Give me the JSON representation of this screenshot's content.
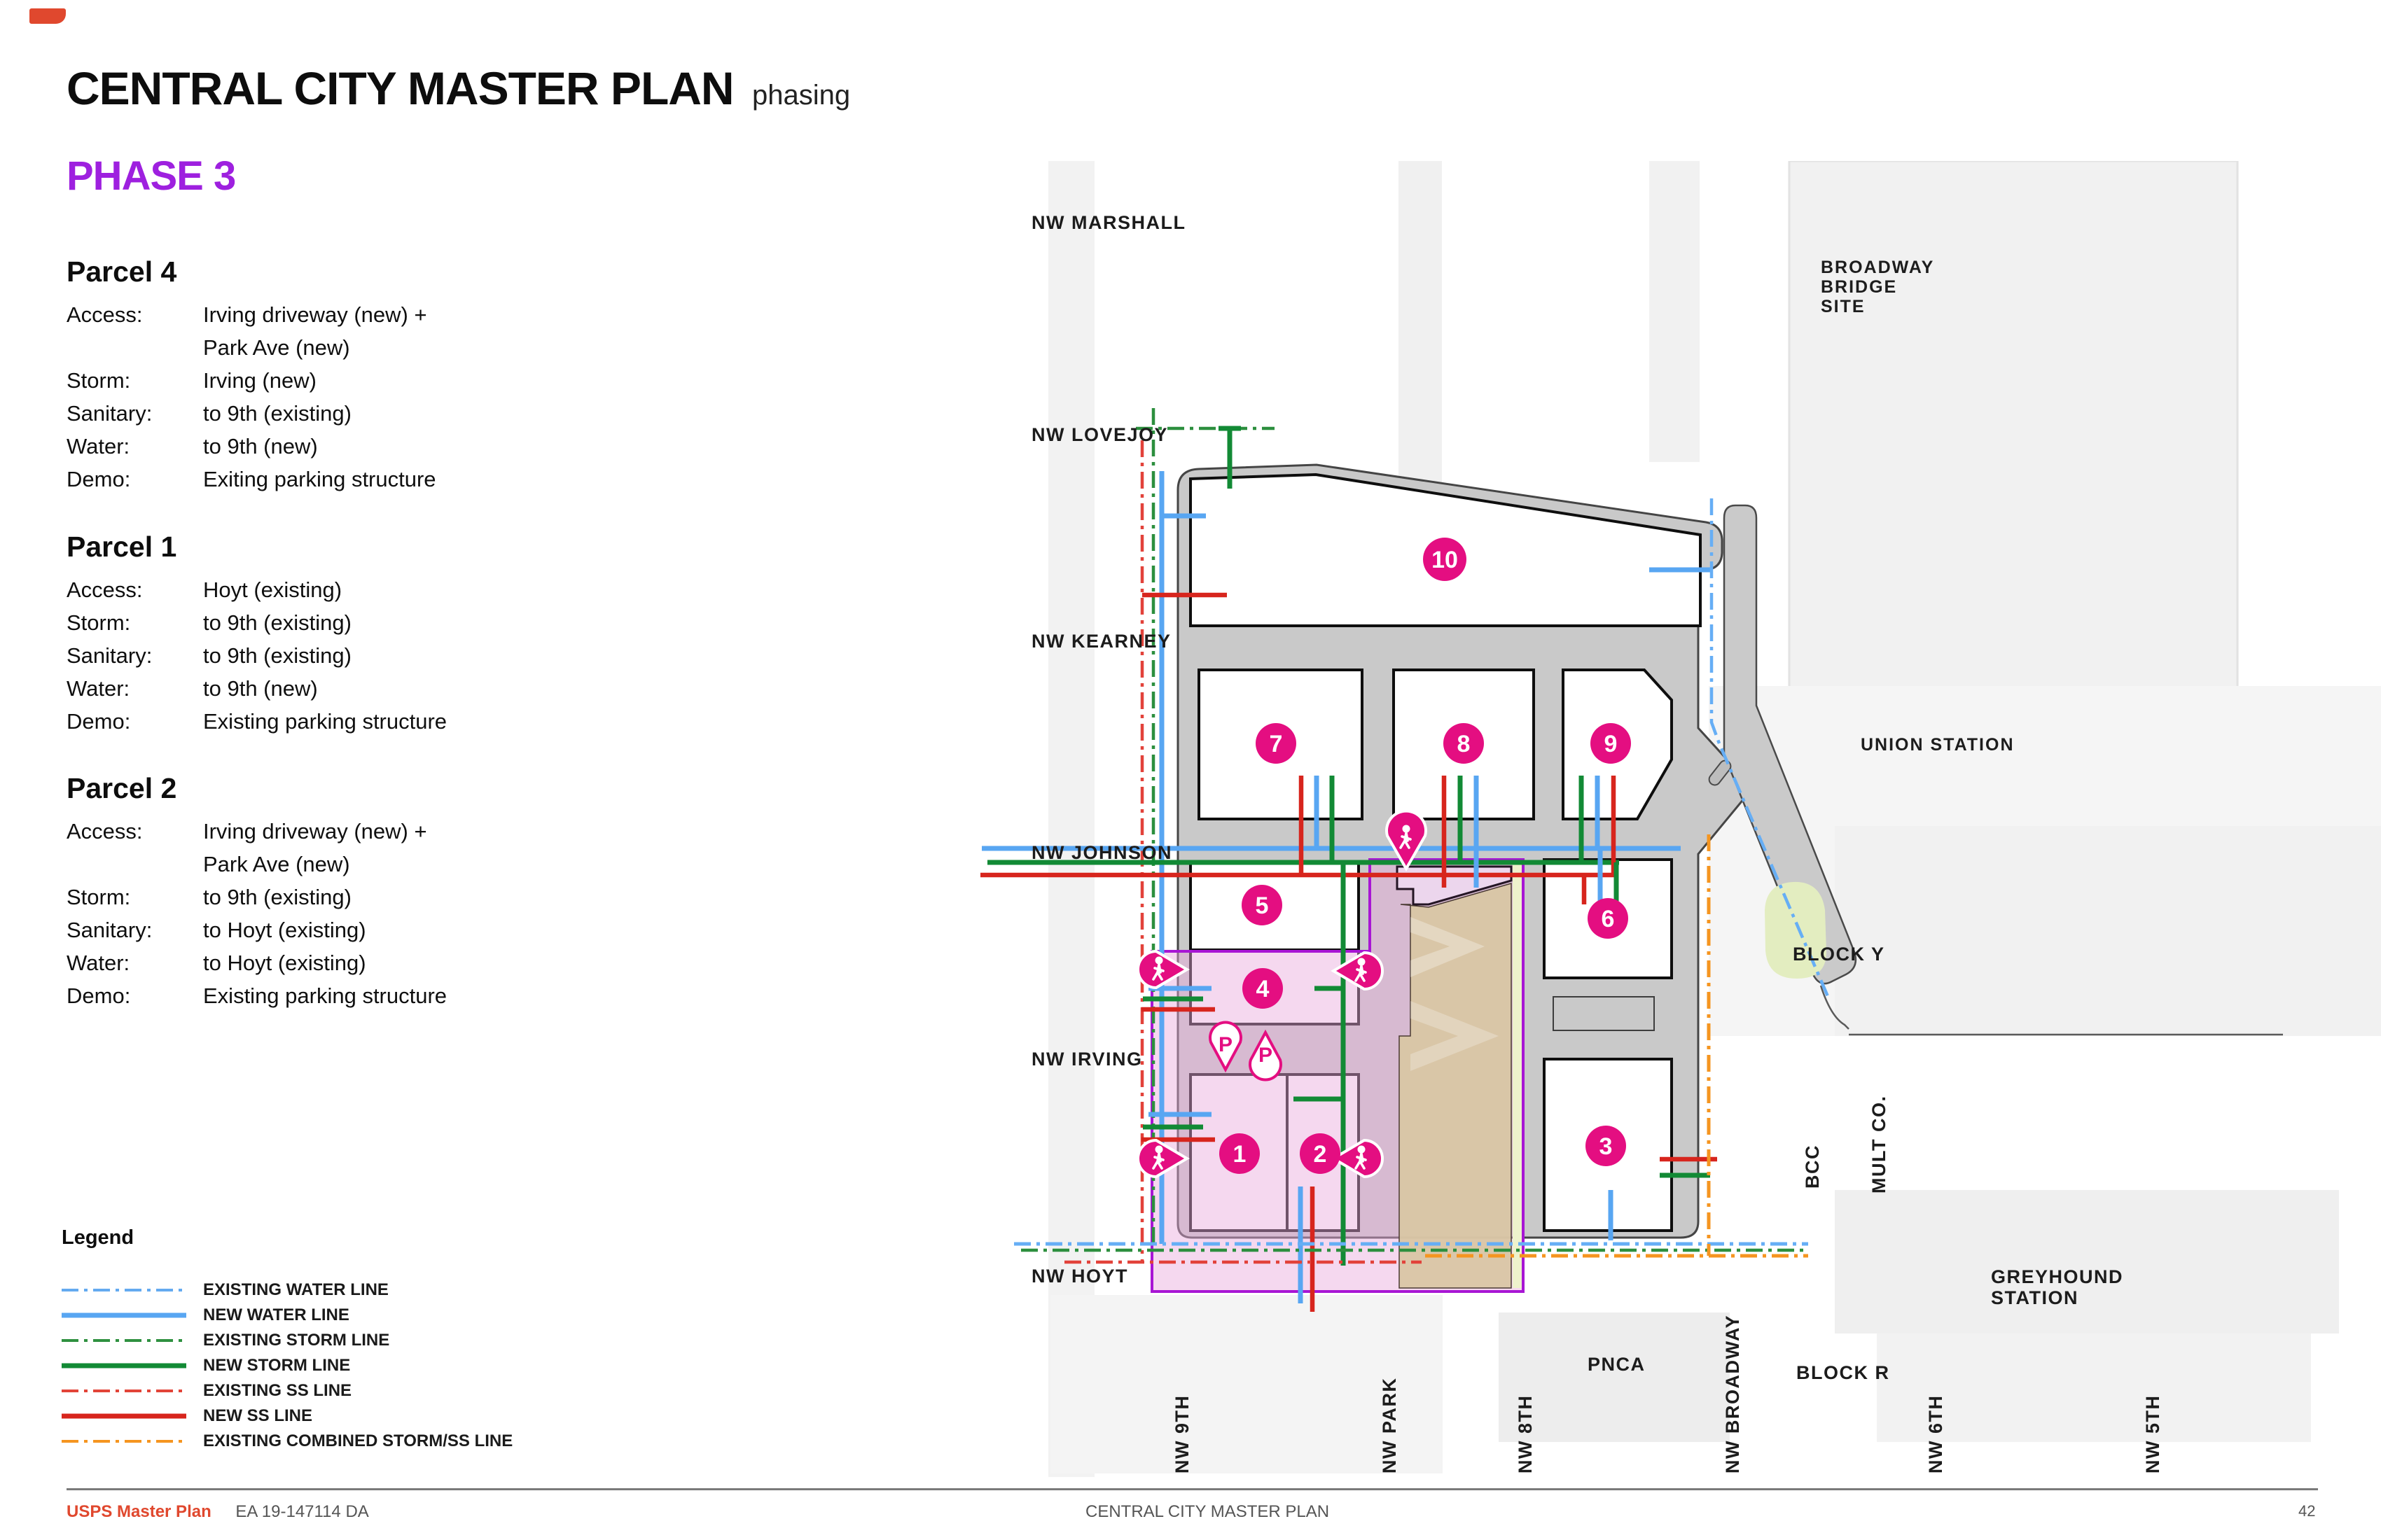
{
  "header": {
    "title": "CENTRAL CITY MASTER PLAN",
    "subtitle": "phasing",
    "phase": "PHASE 3"
  },
  "parcels": [
    {
      "name": "Parcel 4",
      "rows": [
        [
          "Access:",
          "Irving driveway (new) +"
        ],
        [
          "",
          "Park Ave (new)"
        ],
        [
          "Storm:",
          "Irving (new)"
        ],
        [
          "Sanitary:",
          "to 9th (existing)"
        ],
        [
          "Water:",
          "to 9th (new)"
        ],
        [
          "Demo:",
          "Exiting parking structure"
        ]
      ]
    },
    {
      "name": "Parcel 1",
      "rows": [
        [
          "Access:",
          "Hoyt (existing)"
        ],
        [
          "Storm:",
          "to 9th (existing)"
        ],
        [
          "Sanitary:",
          "to 9th (existing)"
        ],
        [
          "Water:",
          "to 9th (new)"
        ],
        [
          "Demo:",
          "Existing parking structure"
        ]
      ]
    },
    {
      "name": "Parcel 2",
      "rows": [
        [
          "Access:",
          "Irving driveway (new) +"
        ],
        [
          "",
          "Park Ave (new)"
        ],
        [
          "Storm:",
          "to 9th (existing)"
        ],
        [
          "Sanitary:",
          "to Hoyt (existing)"
        ],
        [
          "Water:",
          "to Hoyt (existing)"
        ],
        [
          "Demo:",
          "Existing parking structure"
        ]
      ]
    }
  ],
  "legend": {
    "title": "Legend",
    "items": [
      {
        "label": "EXISTING WATER LINE",
        "color": "#64aaf0",
        "style": "dashdot"
      },
      {
        "label": "NEW WATER LINE",
        "color": "#58a6f2",
        "style": "solid"
      },
      {
        "label": "EXISTING STORM LINE",
        "color": "#2f9140",
        "style": "dashdot"
      },
      {
        "label": "NEW STORM LINE",
        "color": "#128a35",
        "style": "solid"
      },
      {
        "label": "EXISTING SS LINE",
        "color": "#e24438",
        "style": "dashdot"
      },
      {
        "label": "NEW SS LINE",
        "color": "#d7251d",
        "style": "solid"
      },
      {
        "label": "EXISTING COMBINED STORM/SS LINE",
        "color": "#f59520",
        "style": "dashdot"
      }
    ]
  },
  "map": {
    "streets": [
      {
        "label": "NW MARSHALL"
      },
      {
        "label": "NW LOVEJOY"
      },
      {
        "label": "NW KEARNEY"
      },
      {
        "label": "NW JOHNSON"
      },
      {
        "label": "NW IRVING"
      },
      {
        "label": "NW HOYT"
      }
    ],
    "cross_streets": [
      {
        "label": "NW 9TH"
      },
      {
        "label": "NW PARK"
      },
      {
        "label": "NW 8TH"
      },
      {
        "label": "NW BROADWAY"
      },
      {
        "label": "NW 6TH"
      },
      {
        "label": "NW 5TH"
      }
    ],
    "places": [
      {
        "label": "BROADWAY"
      },
      {
        "label": "BRIDGE"
      },
      {
        "label": "SITE"
      },
      {
        "label": "UNION STATION"
      },
      {
        "label": "BLOCK Y"
      },
      {
        "label": "GREYHOUND"
      },
      {
        "label": "STATION"
      },
      {
        "label": "PNCA"
      },
      {
        "label": "BLOCK R"
      },
      {
        "label": "BCC"
      },
      {
        "label": "MULT CO."
      }
    ],
    "badges": [
      {
        "label": "10"
      },
      {
        "label": "7"
      },
      {
        "label": "8"
      },
      {
        "label": "9"
      },
      {
        "label": "5"
      },
      {
        "label": "4"
      },
      {
        "label": "6"
      },
      {
        "label": "1"
      },
      {
        "label": "2"
      },
      {
        "label": "3"
      }
    ],
    "pins": {
      "parking_label": "P"
    },
    "colors": {
      "badge_pink": "#e40e81",
      "phase_boundary_purple": "#a816d4",
      "street_gray": "#c9c9c9",
      "tan_building": "#d9c6a4",
      "block_y_green": "#e3edc0"
    }
  },
  "footer": {
    "brand": "USPS Master Plan",
    "ea_number": "EA 19-147114 DA",
    "center": "CENTRAL CITY MASTER PLAN",
    "page": "42"
  }
}
